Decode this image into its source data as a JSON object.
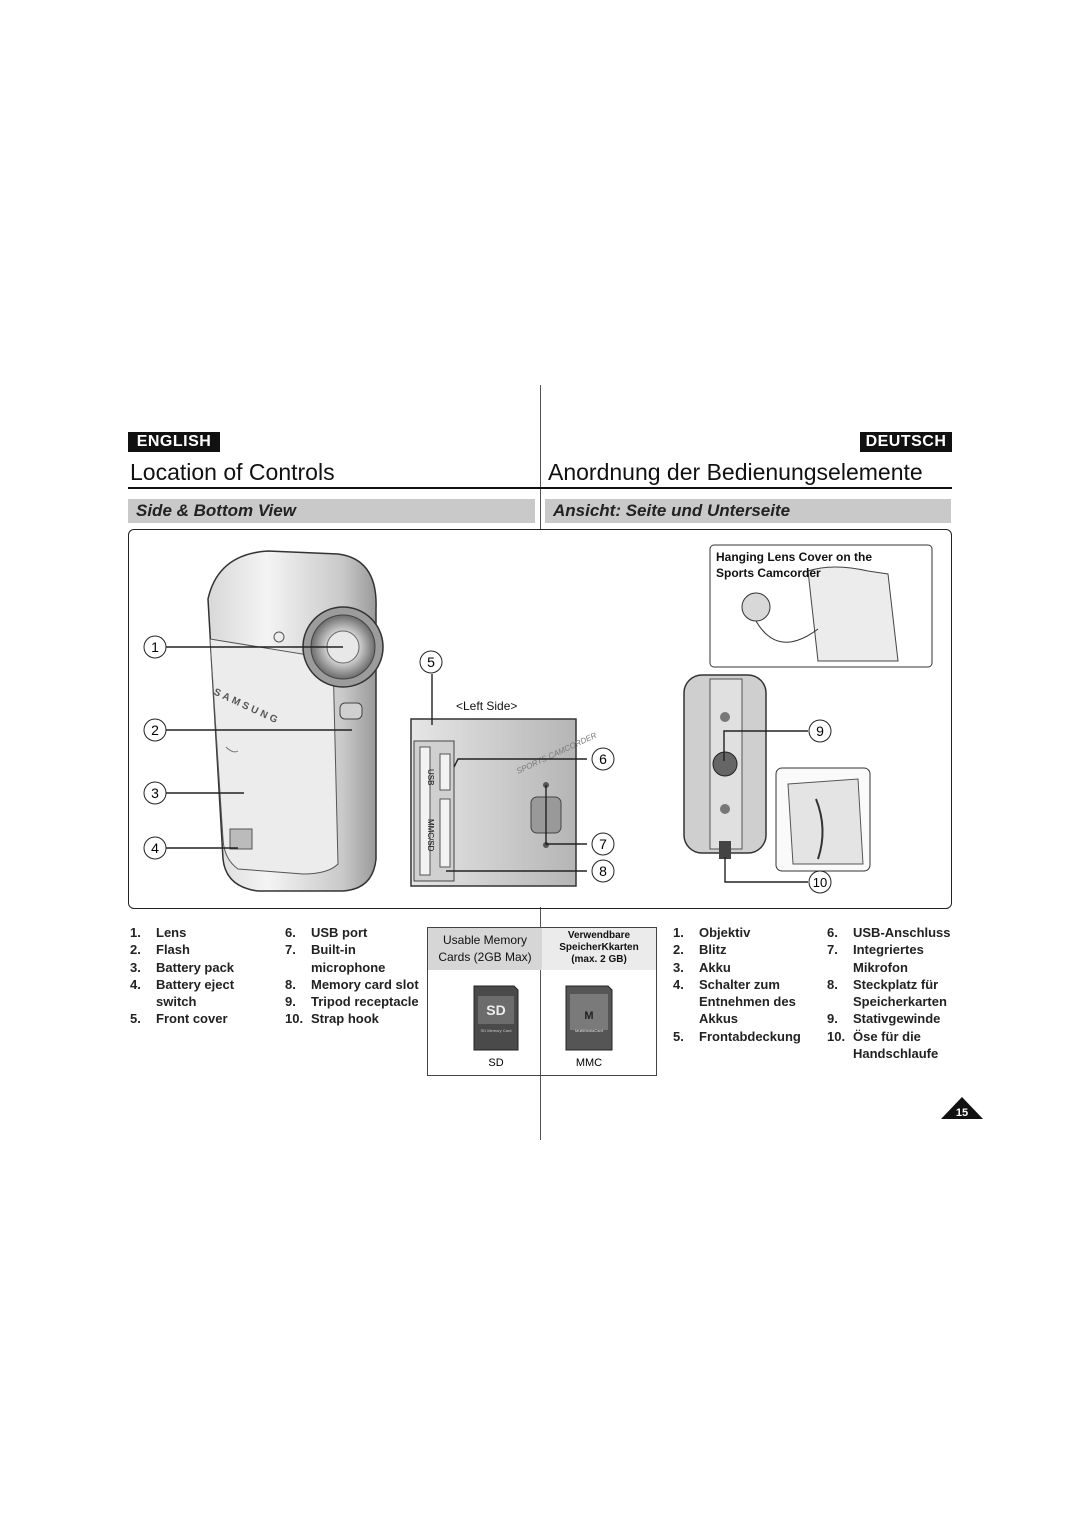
{
  "header": {
    "lang_left": "ENGLISH",
    "lang_right": "DEUTSCH",
    "title_left": "Location of Controls",
    "title_right": "Anordnung der Bedienungselemente",
    "subtitle_left": "Side & Bottom View",
    "subtitle_right": "Ansicht: Seite und Unterseite"
  },
  "figure": {
    "inset_caption_line1": "Hanging Lens Cover on the",
    "inset_caption_line2": "Sports Camcorder",
    "left_side_label": "<Left Side>",
    "callouts": [
      "1",
      "2",
      "3",
      "4",
      "5",
      "6",
      "7",
      "8",
      "9",
      "10"
    ],
    "body_text_brand": "SAMSUNG",
    "body_text_model": "SPORTS CAMCORDER",
    "slot_label_usb": "USB",
    "slot_label_mmc": "MMC/SD"
  },
  "english_list": {
    "col1": [
      {
        "num": "1.",
        "text": "Lens"
      },
      {
        "num": "2.",
        "text": "Flash"
      },
      {
        "num": "3.",
        "text": "Battery pack"
      },
      {
        "num": "4.",
        "text": "Battery eject"
      },
      {
        "num": "",
        "text": "switch"
      },
      {
        "num": "5.",
        "text": "Front cover"
      }
    ],
    "col2": [
      {
        "num": "6.",
        "text": "USB port"
      },
      {
        "num": "7.",
        "text": "Built-in"
      },
      {
        "num": "",
        "text": "microphone"
      },
      {
        "num": "8.",
        "text": "Memory card slot"
      },
      {
        "num": "9.",
        "text": "Tripod receptacle"
      },
      {
        "num": "10.",
        "text": "Strap hook"
      }
    ]
  },
  "german_list": {
    "col1": [
      {
        "num": "1.",
        "text": "Objektiv"
      },
      {
        "num": "2.",
        "text": "Blitz"
      },
      {
        "num": "3.",
        "text": "Akku"
      },
      {
        "num": "4.",
        "text": "Schalter zum"
      },
      {
        "num": "",
        "text": "Entnehmen des"
      },
      {
        "num": "",
        "text": "Akkus"
      },
      {
        "num": "5.",
        "text": "Frontabdeckung"
      }
    ],
    "col2": [
      {
        "num": "6.",
        "text": "USB-Anschluss"
      },
      {
        "num": "7.",
        "text": "Integriertes"
      },
      {
        "num": "",
        "text": "Mikrofon"
      },
      {
        "num": "8.",
        "text": "Steckplatz für"
      },
      {
        "num": "",
        "text": "Speicherkarten"
      },
      {
        "num": "9.",
        "text": "Stativgewinde"
      },
      {
        "num": "10.",
        "text": "Öse für die"
      },
      {
        "num": "",
        "text": "Handschlaufe"
      }
    ]
  },
  "memory_cards": {
    "en_label_line1": "Usable Memory",
    "en_label_line2": "Cards (2GB Max)",
    "de_label_line1": "Verwendbare",
    "de_label_line2": "SpeicherKkarten",
    "de_label_line3": "(max. 2 GB)",
    "sd_label": "SD",
    "mmc_label": "MMC",
    "sd_card_text": "SD Memory Card",
    "mmc_card_text": "MultiMediaCard"
  },
  "page_number": "15"
}
